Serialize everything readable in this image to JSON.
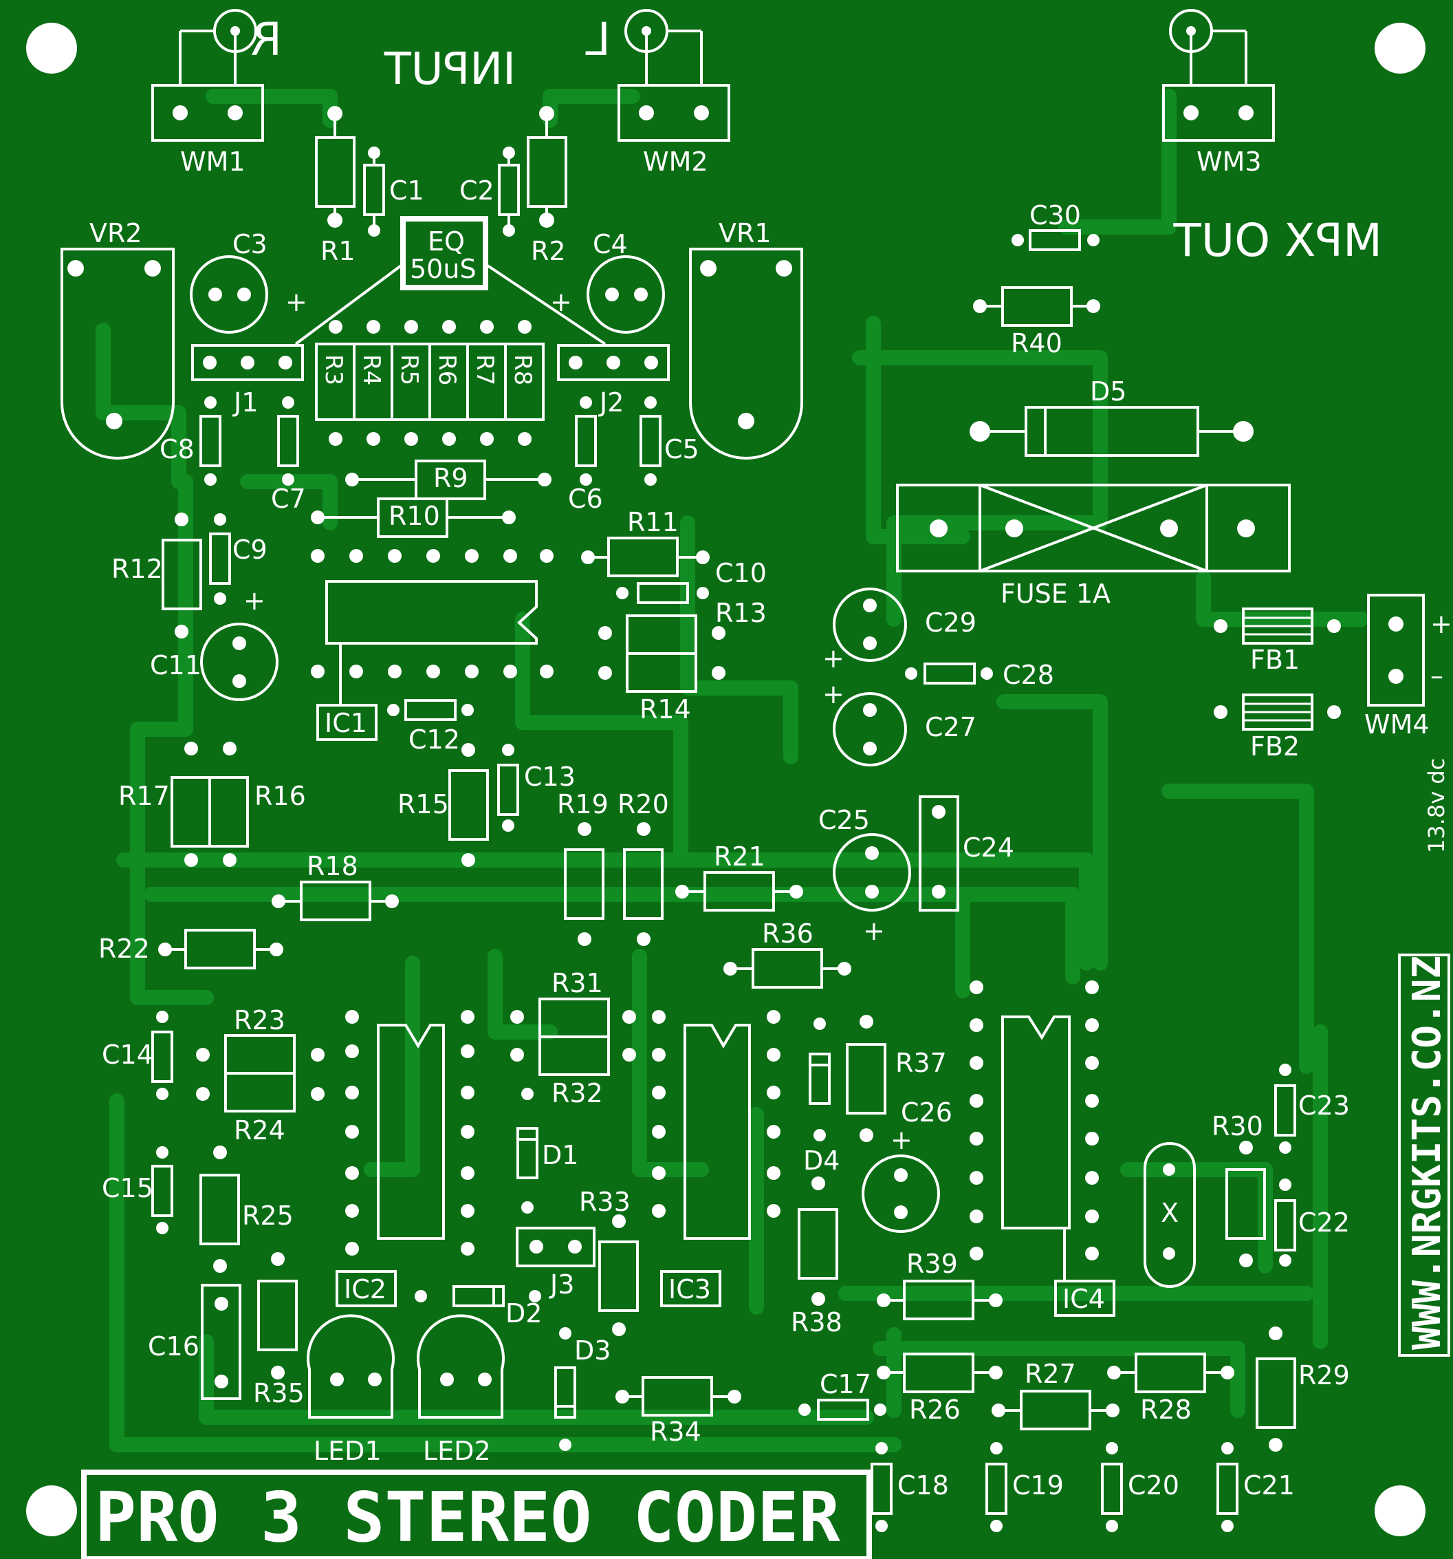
{
  "board": {
    "title": "PRO 3 STEREO CODER",
    "website": "WWW.NRGKITS.CO.NZ",
    "voltage": "13.8v dc",
    "colors": {
      "pcb": "#0a6d14",
      "trace": "#118c22",
      "silk": "#ffffff"
    }
  },
  "headings": {
    "input": "INPUT",
    "right": "R",
    "left": "L",
    "mpx_out": "MPX OUT",
    "eq_line1": "EQ",
    "eq_line2": "50uS",
    "fuse": "FUSE 1A",
    "plus": "+",
    "minus": "–",
    "crystal": "X"
  },
  "connectors": [
    "WM1",
    "WM2",
    "WM3",
    "WM4",
    "J1",
    "J2",
    "J3"
  ],
  "pots": [
    "VR1",
    "VR2"
  ],
  "ics": [
    "IC1",
    "IC2",
    "IC3",
    "IC4"
  ],
  "diodes": [
    "D1",
    "D2",
    "D3",
    "D4",
    "D5"
  ],
  "leds": [
    "LED1",
    "LED2"
  ],
  "ferrites": [
    "FB1",
    "FB2"
  ],
  "resistors": [
    "R1",
    "R2",
    "R3",
    "R4",
    "R5",
    "R6",
    "R7",
    "R8",
    "R9",
    "R10",
    "R11",
    "R12",
    "R13",
    "R14",
    "R15",
    "R16",
    "R17",
    "R18",
    "R19",
    "R20",
    "R21",
    "R22",
    "R23",
    "R24",
    "R25",
    "R26",
    "R27",
    "R28",
    "R29",
    "R30",
    "R31",
    "R32",
    "R33",
    "R34",
    "R35",
    "R36",
    "R37",
    "R38",
    "R39",
    "R40"
  ],
  "capacitors": [
    "C1",
    "C2",
    "C3",
    "C4",
    "C5",
    "C6",
    "C7",
    "C8",
    "C9",
    "C10",
    "C11",
    "C12",
    "C13",
    "C14",
    "C15",
    "C16",
    "C17",
    "C18",
    "C19",
    "C20",
    "C21",
    "C22",
    "C23",
    "C24",
    "C25",
    "C26",
    "C27",
    "C28",
    "C29",
    "C30"
  ]
}
